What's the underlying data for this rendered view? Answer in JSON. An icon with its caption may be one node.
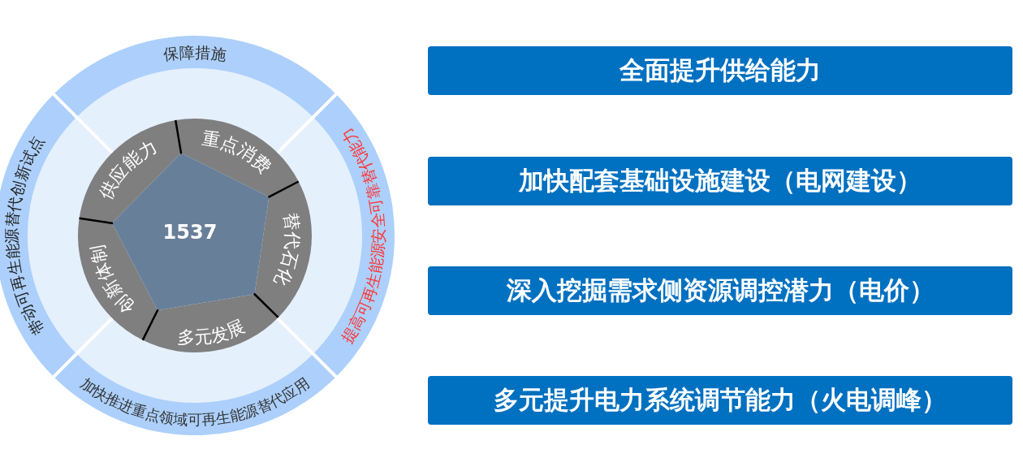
{
  "diagram": {
    "nodes": [
      {
        "text": [
          "保障措施"
        ]
      },
      {
        "text": [
          "带动可再生能源替代创新试点"
        ]
      },
      {
        "text": [
          "提高可再生能源安全可靠替代能力"
        ]
      },
      {
        "text": [
          "加快推进重点领域可再生能源替代应用"
        ]
      },
      {
        "text": [
          "供应能力"
        ]
      },
      {
        "text": [
          "重点消费"
        ]
      },
      {
        "text": [
          "创新体制"
        ]
      },
      {
        "text": [
          "替代石化"
        ]
      },
      {
        "text": [
          "多元发展"
        ]
      },
      {
        "text": [
          "1537"
        ]
      },
      {
        "text": [
          "全面提升供给能力"
        ]
      },
      {
        "text": [
          "加快配套基础设施建设（电网建设）"
        ]
      },
      {
        "text": [
          "深入挖掘需求侧资源调控潜力（电价）"
        ]
      },
      {
        "text": [
          "多元提升电力系统调节能力（火电调峰）"
        ]
      }
    ]
  }
}
